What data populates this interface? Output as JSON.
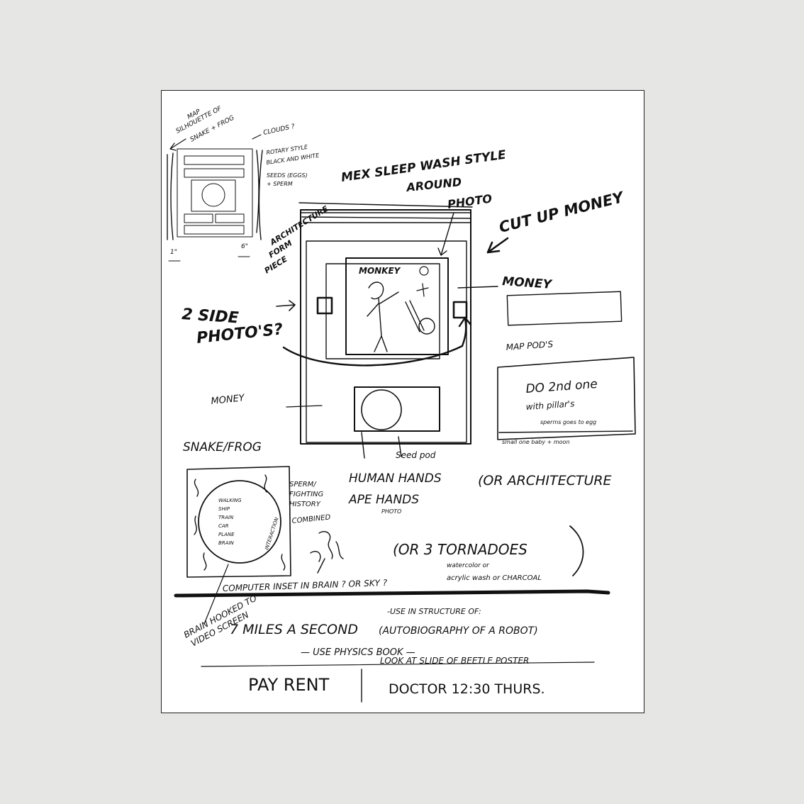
{
  "notes": {
    "map_silhouette": [
      "MAP",
      "SILHOUETTE OF",
      "SNAKE + FROG"
    ],
    "clouds": "CLOUDS ?",
    "rotary_style": [
      "ROTARY STYLE",
      "BLACK AND WHITE"
    ],
    "seeds": [
      "SEEDS (EGGS)",
      "+ SPERM"
    ],
    "dim_left": "1\"",
    "dim_right": "6\"",
    "architecture_form": [
      "ARCHITECTURE",
      "FORM",
      "PIECE"
    ],
    "mex_sleep": "MEX SLEEP WASH STYLE",
    "around_photo": [
      "AROUND",
      "PHOTO"
    ],
    "cut_up_money": "CUT UP MONEY",
    "monkey": "MONKEY",
    "money_right": "MONEY",
    "two_side": [
      "2 SIDE",
      "PHOTO'S?"
    ],
    "map_pods": "MAP POD'S",
    "do_second": [
      "DO 2nd one",
      "with pillar's",
      "sperms goes to egg"
    ],
    "small_one": "small one baby + moon",
    "money_left": "MONEY",
    "seed_pod": "Seed pod",
    "snake_frog": "SNAKE/FROG",
    "circle_list": [
      "WALKING",
      "SHIP",
      "TRAIN",
      "CAR",
      "PLANE",
      "BRAIN"
    ],
    "interaction": "INTERACTION",
    "sperm_fighting": [
      "SPERM/",
      "FIGHTING",
      "HISTORY",
      "COMBINED"
    ],
    "human_hands": "HUMAN HANDS",
    "ape_hands": "APE HANDS",
    "photo_small": "PHOTO",
    "or_architecture": "(OR ARCHITECTURE",
    "or_tornadoes": "(OR 3 TORNADOES",
    "watercolor": [
      "watercolor or",
      "acrylic wash or CHARCOAL"
    ],
    "computer_inset": "COMPUTER INSET IN BRAIN ? OR SKY ?",
    "brain_hooked": [
      "BRAIN HOOKED TO",
      "VIDEO SCREEN"
    ],
    "seven_miles": "7 MILES A SECOND",
    "use_in_structure": "-USE IN STRUCTURE OF:",
    "autobiography": "(AUTOBIOGRAPHY OF A ROBOT)",
    "use_physics": "— USE PHYSICS BOOK —",
    "look_at_slide": "LOOK AT SLIDE OF BEETLE POSTER",
    "pay_rent": "PAY RENT",
    "doctor": "DOCTOR 12:30 THURS."
  }
}
